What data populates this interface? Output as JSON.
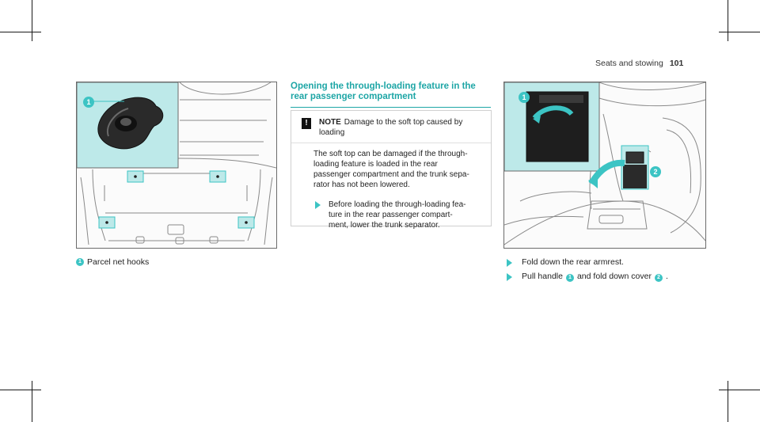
{
  "header": {
    "section": "Seats and stowing",
    "page_number": "101"
  },
  "left_figure": {
    "callout_label": "1",
    "caption_number": "1",
    "caption_text": "Parcel net hooks"
  },
  "section": {
    "title_line1": "Opening the through-loading feature in the",
    "title_line2": "rear passenger compartment"
  },
  "note": {
    "icon": "!",
    "label": "NOTE",
    "head_line1": "Damage to the soft top caused by",
    "head_line2": "loading",
    "body": [
      "The soft top can be damaged if the through-",
      "loading feature is loaded in the rear",
      "passenger compartment and the trunk sepa-",
      "rator has not been lowered."
    ],
    "step": [
      "Before loading the through-loading fea-",
      "ture in the rear passenger compart-",
      "ment, lower the trunk separator."
    ]
  },
  "right_figure": {
    "callout_1": "1",
    "callout_2": "2"
  },
  "steps": {
    "step1": "Fold down the rear armrest.",
    "step2_prefix": "Pull handle",
    "step2_num1": "1",
    "step2_middle": "and fold down cover",
    "step2_num2": "2",
    "step2_suffix": "."
  },
  "colors": {
    "accent": "#3cc4c4",
    "inset_bg": "#bde9e9",
    "title": "#1ea6a6"
  }
}
